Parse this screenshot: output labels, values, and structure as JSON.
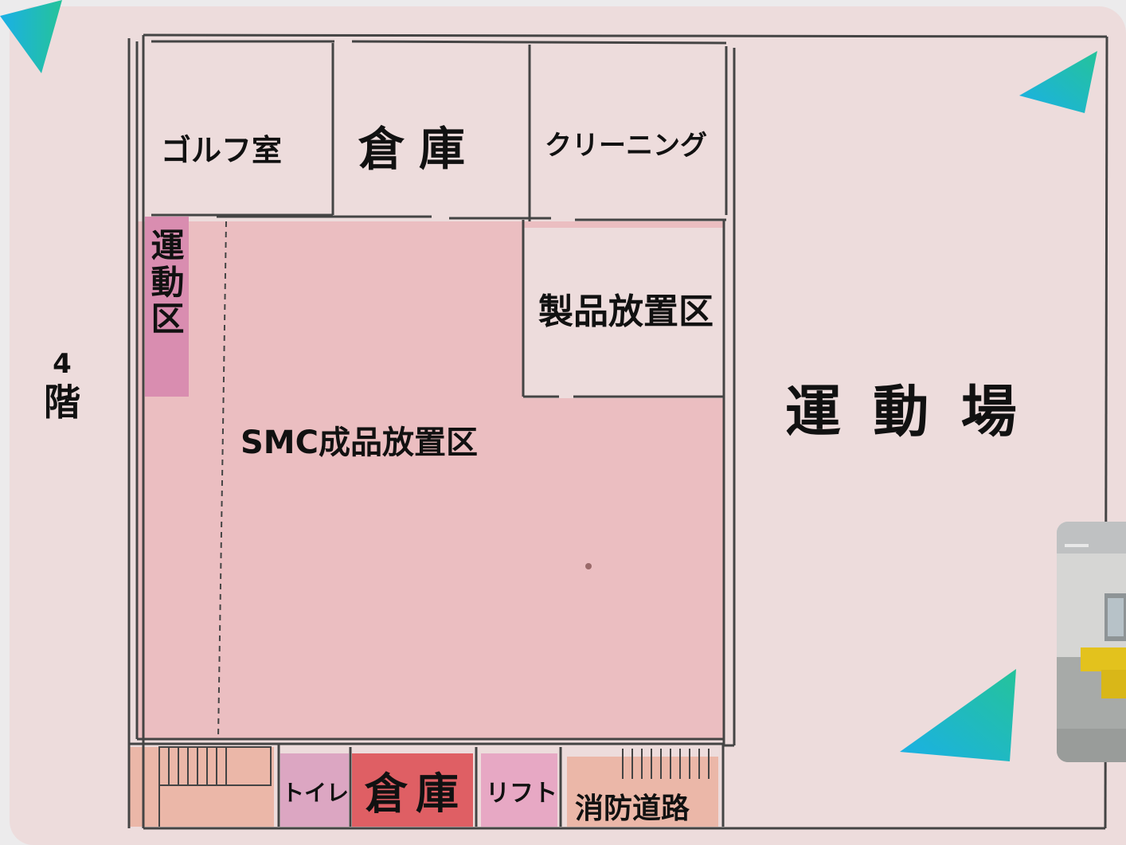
{
  "floor_label": {
    "number": "4",
    "kanji": "階"
  },
  "rooms": {
    "golf": "ゴルフ室",
    "storage_top": "倉庫",
    "cleaning": "クリーニング",
    "exercise_zone": "運動区",
    "product_storage": "製品放置区",
    "smc_storage": "SMC成品放置区",
    "sports_ground": "運 動 場",
    "toilet": "トイレ",
    "storage_bottom": "倉庫",
    "lift": "リフト",
    "fire_passage": "消防道路"
  },
  "colors": {
    "paper": "#eddcdc",
    "pink_fill": "#eab9bc",
    "exercise_fill": "#d98db0",
    "storage_red": "#df5f64",
    "lift_fill": "#e7a8c4",
    "toilet_fill": "#dca6c2",
    "stair_fill": "#ebb7a8",
    "line": "#444444",
    "accent_blue": "#1ab0e6",
    "accent_green": "#25c39a"
  }
}
